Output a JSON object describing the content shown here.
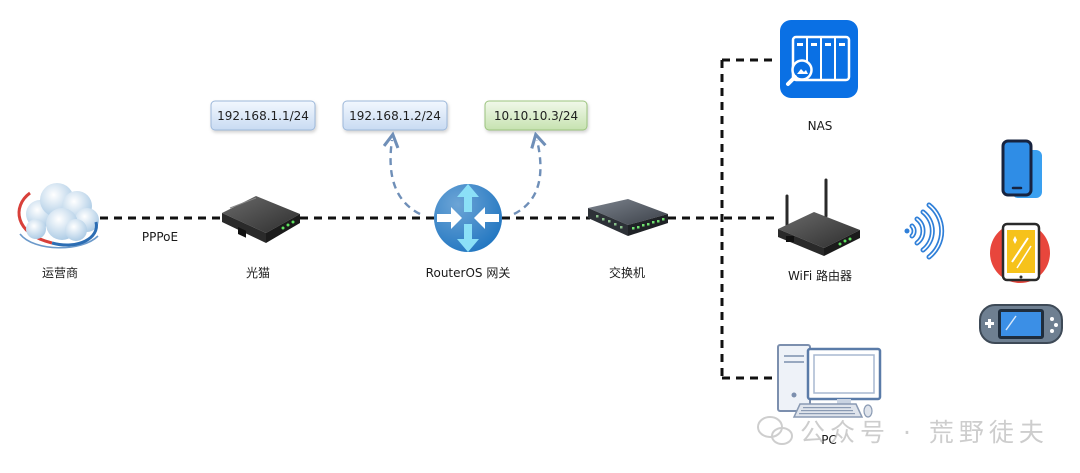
{
  "diagram": {
    "isp": {
      "label": "运营商",
      "icon": "cloud-icon"
    },
    "wan_link": {
      "label": "PPPoE"
    },
    "modem": {
      "label": "光猫",
      "icon": "modem-icon"
    },
    "router": {
      "label": "RouterOS 网关",
      "icon": "router-icon"
    },
    "switch": {
      "label": "交换机",
      "icon": "network-switch-icon"
    },
    "nas": {
      "label": "NAS",
      "icon": "nas-icon"
    },
    "wifi_router": {
      "label": "WiFi 路由器",
      "icon": "wifi-router-icon"
    },
    "pc": {
      "label": "PC",
      "icon": "desktop-pc-icon"
    },
    "wireless_signal": {
      "icon": "wifi-signal-icon"
    },
    "wireless_devices": [
      {
        "icon": "smartphone-icon"
      },
      {
        "icon": "tablet-icon"
      },
      {
        "icon": "handheld-game-console-icon"
      }
    ],
    "ip_tags": [
      {
        "text": "192.168.1.1/24"
      },
      {
        "text": "192.168.1.2/24"
      },
      {
        "text": "10.10.10.3/24"
      }
    ]
  },
  "colors": {
    "link": "#111111",
    "curve": "#6f8fb8",
    "router": "#1e74c0",
    "nas": "#0a70e4",
    "tag_blue_top": "#f2f7fe",
    "tag_blue_bottom": "#c8daf2",
    "tag_blue_border": "#9db8da",
    "tag_green_top": "#f1f8ea",
    "tag_green_bottom": "#c6e2b0",
    "tag_green_border": "#9cc47f",
    "wifi_signal": "#2f7fd8"
  },
  "watermark": {
    "text": "公众号 · 荒野徒夫",
    "icon": "wechat-icon"
  }
}
